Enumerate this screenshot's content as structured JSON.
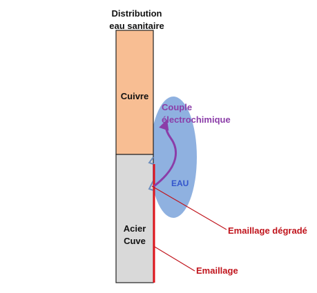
{
  "title": {
    "line1": "Distribution",
    "line2": "eau sanitaire"
  },
  "copper": {
    "label": "Cuivre",
    "color": "#f8be93"
  },
  "steel": {
    "line1": "Acier",
    "line2": "Cuve",
    "color": "#d9d9d9"
  },
  "water": {
    "label": "EAU",
    "color": "#8fb1e0",
    "label_color": "#3355cc"
  },
  "couple": {
    "line1": "Couple",
    "line2": "électrochimique",
    "color": "#8b3da8"
  },
  "enamel_degraded": {
    "label": "Emaillage dégradé",
    "color": "#c0141c"
  },
  "enamel": {
    "label": "Emaillage",
    "color": "#c0141c"
  }
}
